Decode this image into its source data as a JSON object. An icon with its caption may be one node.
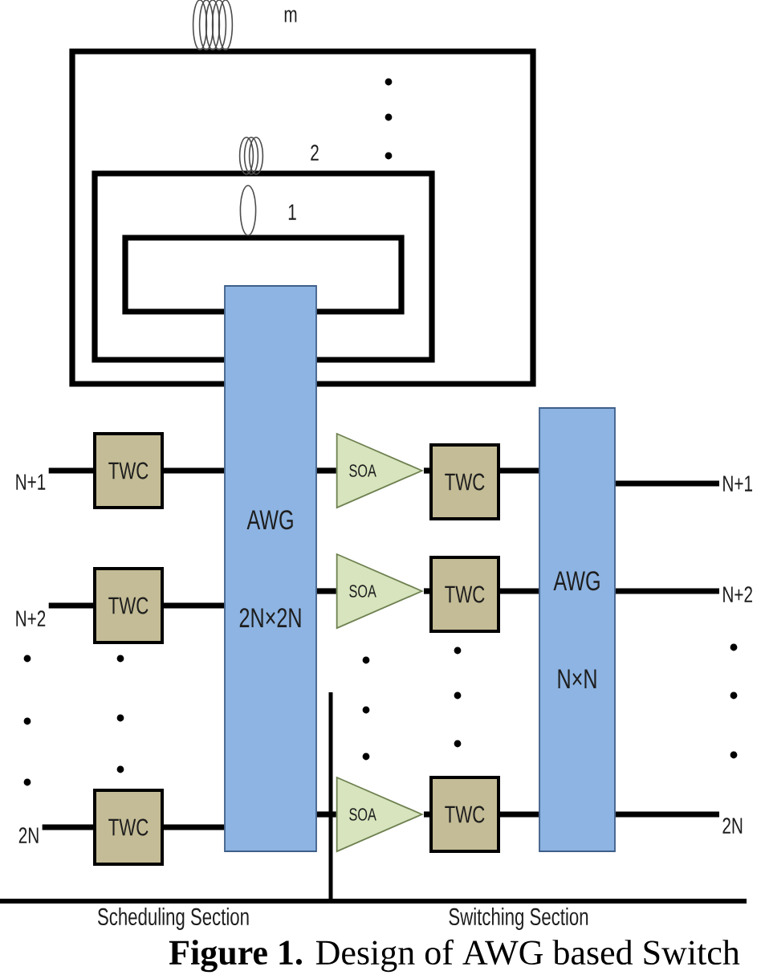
{
  "diagram": {
    "caption": "**Figure 1.** Design of AWG based Switch",
    "nodes": [
      {
        "text": [
          "AWG",
          "2N×2N"
        ]
      },
      {
        "text": [
          "N+1"
        ]
      },
      {
        "text": [
          "N+2"
        ]
      },
      {
        "text": [
          "2N"
        ]
      },
      {
        "text": [
          "TWC"
        ]
      },
      {
        "text": [
          "TWC"
        ]
      },
      {
        "text": [
          "TWC"
        ]
      },
      {
        "text": [
          "SOA"
        ]
      },
      {
        "text": [
          "SOA"
        ]
      },
      {
        "text": [
          "SOA"
        ]
      },
      {
        "text": [
          "TWC"
        ]
      },
      {
        "text": [
          "TWC"
        ]
      },
      {
        "text": [
          "TWC"
        ]
      },
      {
        "text": [
          "AWG",
          "N×N"
        ]
      },
      {
        "text": [
          "N+1"
        ]
      },
      {
        "text": [
          "N+2"
        ]
      },
      {
        "text": [
          "2N"
        ]
      }
    ],
    "edges": [
      {
        "from": 0,
        "to": 0,
        "arrow": "none"
      },
      {
        "from": 0,
        "to": 0,
        "arrow": "none"
      },
      {
        "from": 0,
        "to": 0,
        "arrow": "none"
      },
      {
        "from": 1,
        "to": 4,
        "arrow": "none"
      },
      {
        "from": 2,
        "to": 5,
        "arrow": "none"
      },
      {
        "from": 3,
        "to": 6,
        "arrow": "none"
      },
      {
        "from": 4,
        "to": 0,
        "arrow": "none"
      },
      {
        "from": 5,
        "to": 0,
        "arrow": "none"
      },
      {
        "from": 6,
        "to": 0,
        "arrow": "none"
      },
      {
        "from": 0,
        "to": 7,
        "arrow": "none"
      },
      {
        "from": 0,
        "to": 8,
        "arrow": "none"
      },
      {
        "from": 0,
        "to": 9,
        "arrow": "none"
      },
      {
        "from": 7,
        "to": 10,
        "arrow": "none"
      },
      {
        "from": 8,
        "to": 11,
        "arrow": "none"
      },
      {
        "from": 9,
        "to": 12,
        "arrow": "none"
      },
      {
        "from": 10,
        "to": 13,
        "arrow": "none"
      },
      {
        "from": 11,
        "to": 13,
        "arrow": "none"
      },
      {
        "from": 12,
        "to": 13,
        "arrow": "none"
      },
      {
        "from": 13,
        "to": 14,
        "arrow": "none"
      },
      {
        "from": 13,
        "to": 15,
        "arrow": "none"
      },
      {
        "from": 13,
        "to": 16,
        "arrow": "none"
      }
    ],
    "labels": [
      "m",
      "2",
      "1",
      "Scheduling Section",
      "Switching Section"
    ]
  }
}
